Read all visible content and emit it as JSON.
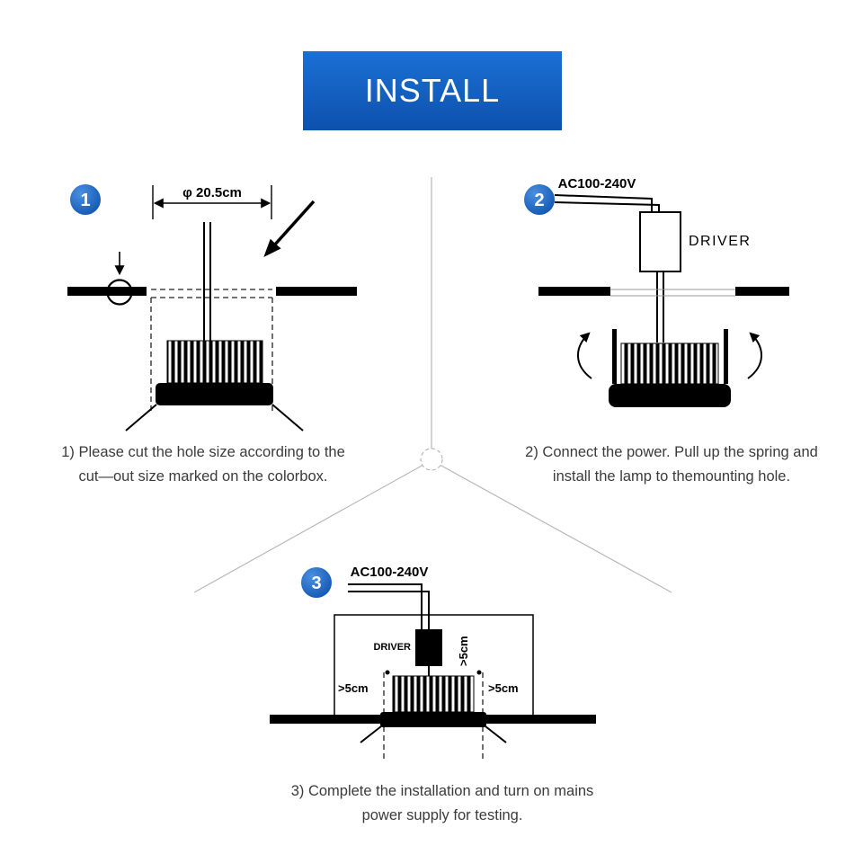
{
  "header": {
    "title": "INSTALL"
  },
  "colors": {
    "accent": "#1565c0",
    "banner_top": "#1b70d4",
    "banner_bottom": "#0d51ad",
    "caption_text": "#3b3b3b",
    "connector": "#b8b8b8",
    "diagram_ink": "#000000"
  },
  "steps": [
    {
      "number": "1",
      "caption_line1": "1) Please cut the hole size according to the",
      "caption_line2": "cut—out size marked on the colorbox."
    },
    {
      "number": "2",
      "caption_line1": "2) Connect the power. Pull up the spring and",
      "caption_line2": "install the lamp to themounting hole."
    },
    {
      "number": "3",
      "caption_line1": "3) Complete the installation and turn on mains",
      "caption_line2": "power supply for testing."
    }
  ],
  "labels": {
    "step1_diameter": "φ 20.5cm",
    "step2_power": "AC100-240V",
    "step2_driver": "DRIVER",
    "step3_power": "AC100-240V",
    "step3_driver": "DRIVER",
    "step3_gap_top": ">5cm",
    "step3_gap_left": ">5cm",
    "step3_gap_right": ">5cm"
  }
}
